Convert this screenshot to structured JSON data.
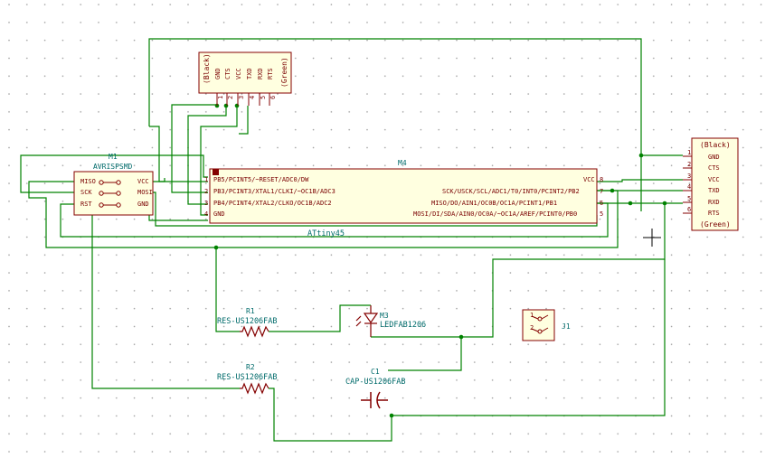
{
  "colors": {
    "wire": "#008200",
    "body": "#840000",
    "fill": "#ffffe0",
    "text": "#006b6b",
    "pin": "#7a0000"
  },
  "ftdi_top": {
    "pins": [
      "(Black)",
      "GND",
      "CTS",
      "VCC",
      "TXD",
      "RXD",
      "RTS",
      "(Green)"
    ],
    "numbers": [
      "1",
      "2",
      "3",
      "4",
      "5",
      "6"
    ]
  },
  "ftdi_right": {
    "pins": [
      "(Black)",
      "GND",
      "CTS",
      "VCC",
      "TXD",
      "RXD",
      "RTS",
      "(Green)"
    ],
    "numbers": [
      "1",
      "2",
      "3",
      "4",
      "5",
      "6"
    ]
  },
  "isp": {
    "ref": "M1",
    "value": "AVRISPSMD",
    "pins_left": [
      "MISO",
      "SCK",
      "RST"
    ],
    "pins_right": [
      "VCC",
      "MOSI",
      "GND"
    ]
  },
  "mcu": {
    "ref": "M4",
    "value": "ATtiny45",
    "pins_left": [
      "PB5/PCINT5/~RESET/ADC0/DW",
      "PB3/PCINT3/XTAL1/CLKI/~OC1B/ADC3",
      "PB4/PCINT4/XTAL2/CLKO/OC1B/ADC2",
      "GND"
    ],
    "pins_left_nums": [
      "1",
      "2",
      "3",
      "4"
    ],
    "pins_right": [
      "VCC",
      "SCK/USCK/SCL/ADC1/T0/INT0/PCINT2/PB2",
      "MISO/DO/AIN1/OC0B/OC1A/PCINT1/PB1",
      "MOSI/DI/SDA/AIN0/OC0A/~OC1A/AREF/PCINT0/PB0"
    ],
    "pins_right_nums": [
      "8",
      "7",
      "6",
      "5"
    ]
  },
  "r1": {
    "ref": "R1",
    "value": "RES-US1206FAB"
  },
  "r2": {
    "ref": "R2",
    "value": "RES-US1206FAB"
  },
  "led": {
    "ref": "M3",
    "value": "LEDFAB1206"
  },
  "cap": {
    "ref": "C1",
    "value": "CAP-US1206FAB"
  },
  "j1": {
    "ref": "J1"
  }
}
